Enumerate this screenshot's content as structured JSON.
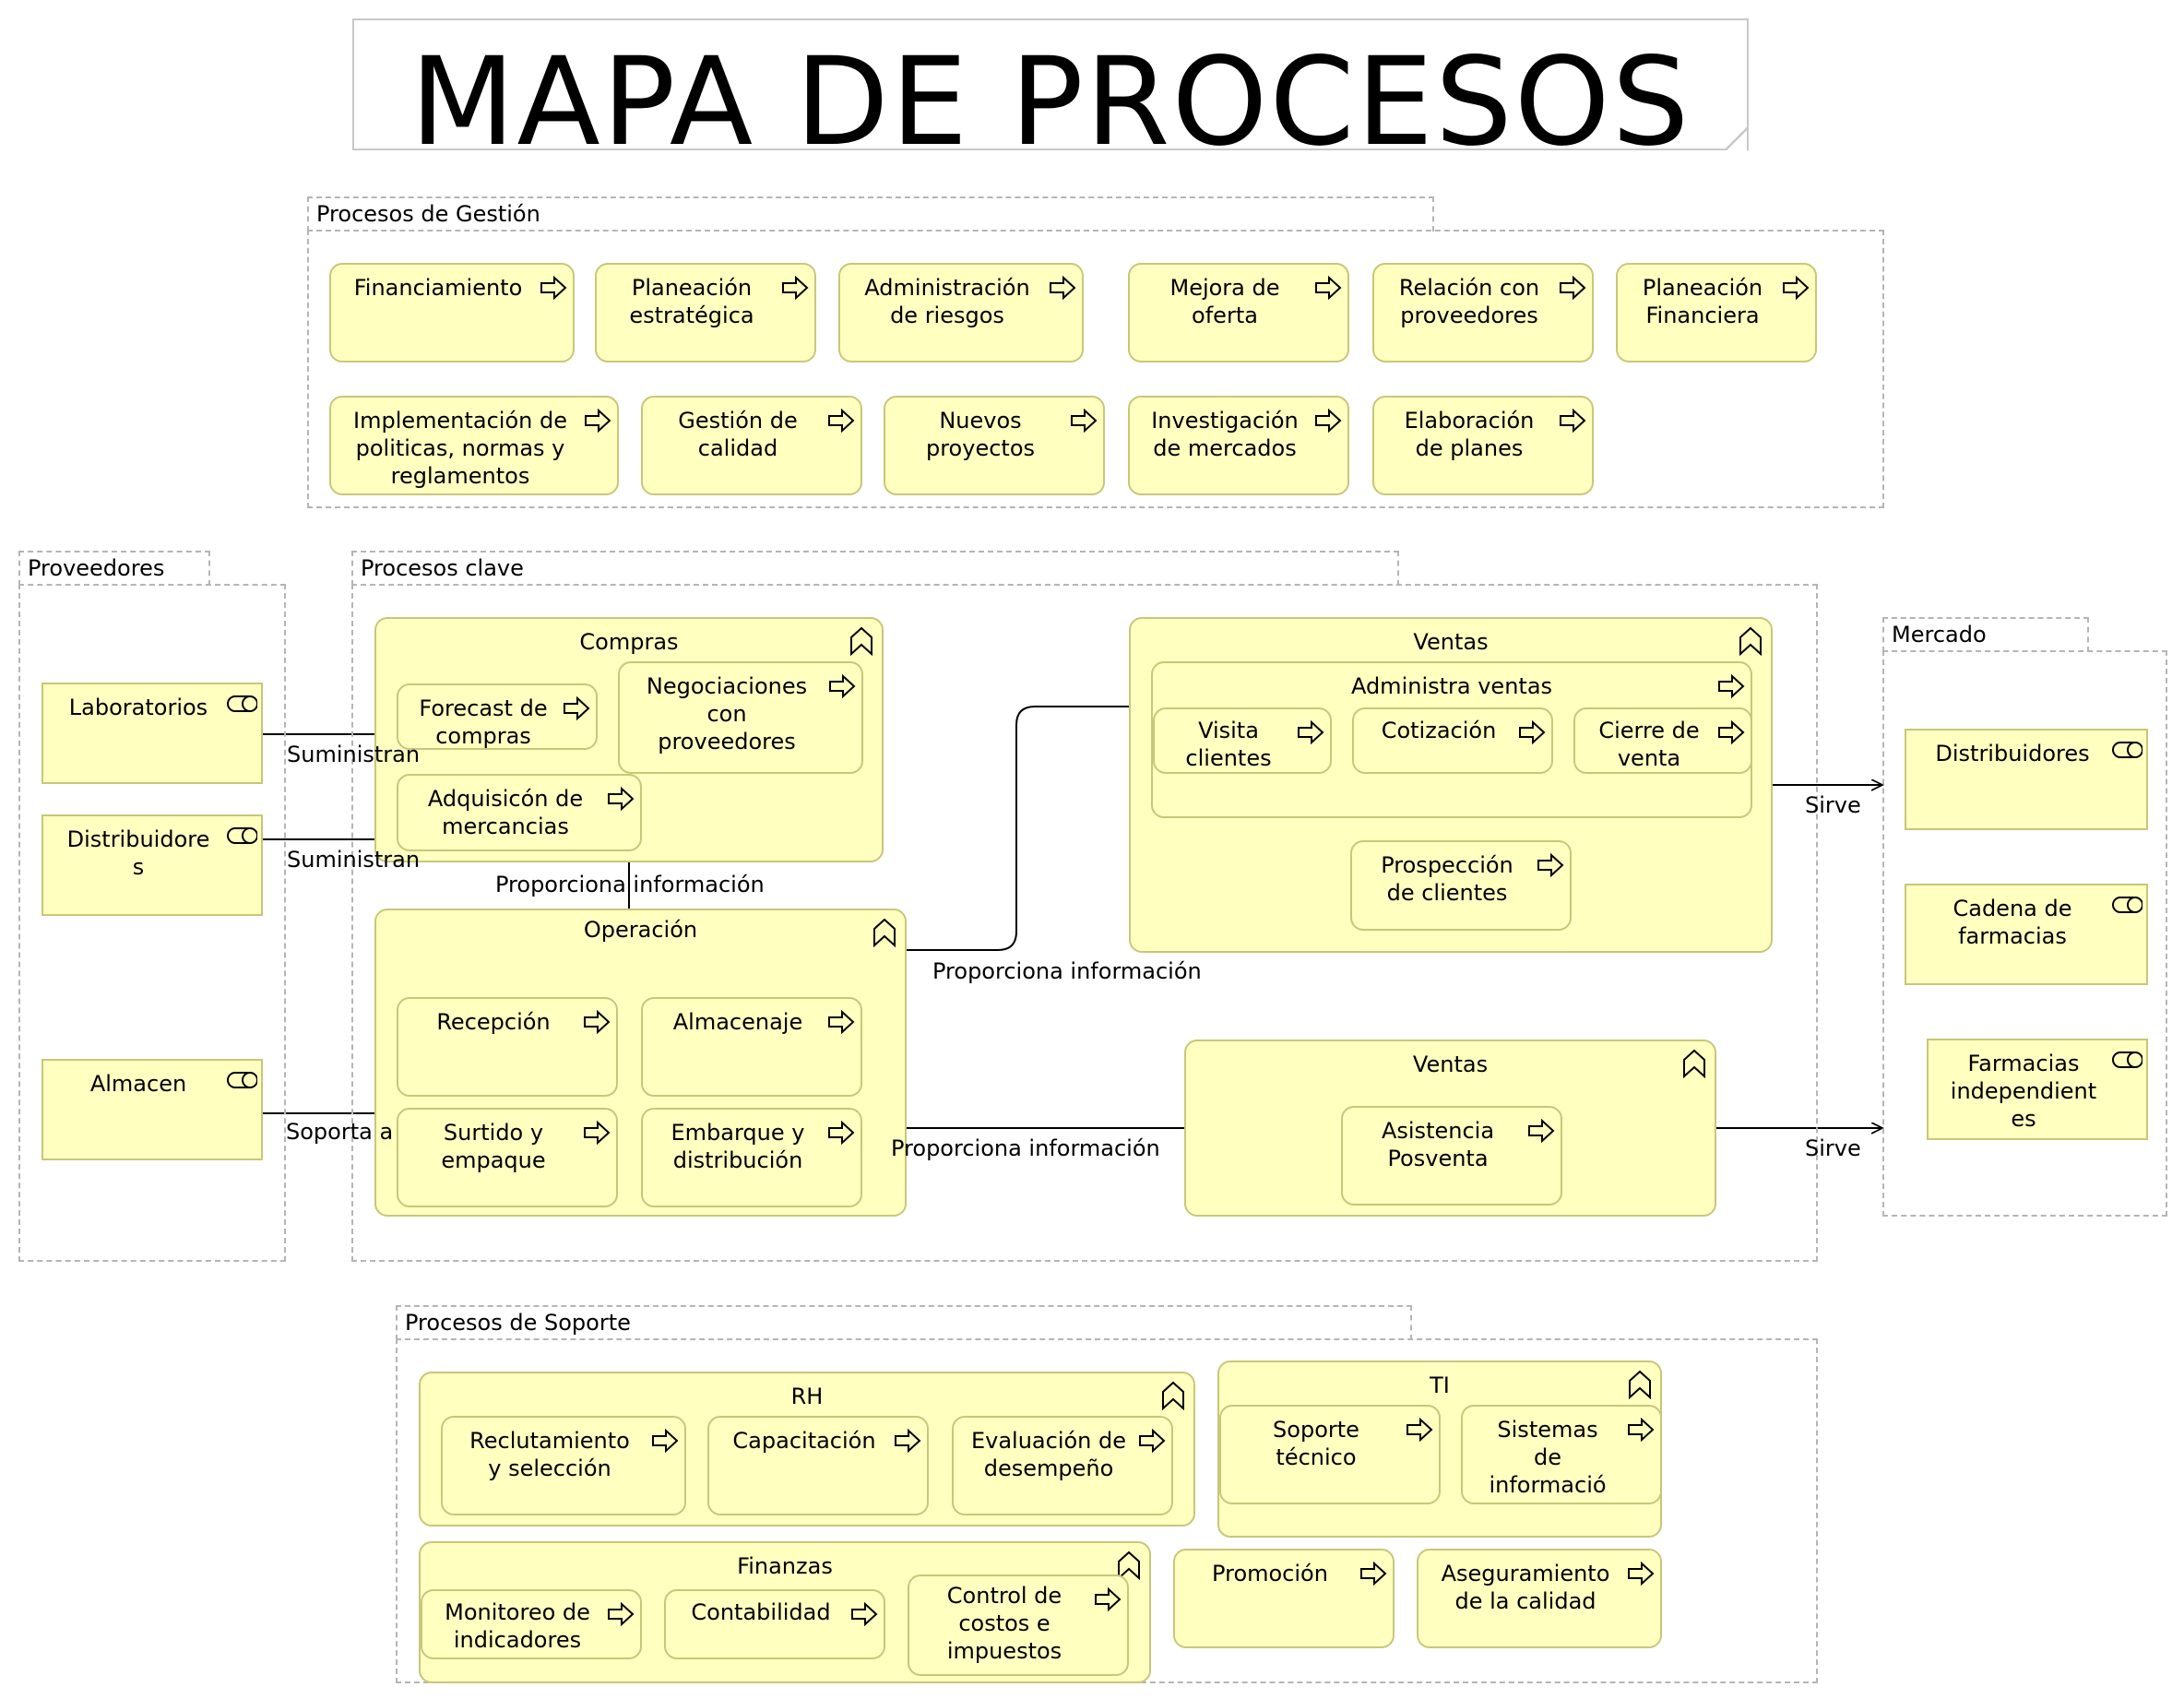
{
  "title": "MAPA DE PROCESOS",
  "gestion": {
    "label": "Procesos de Gestión",
    "items": [
      {
        "label": "Financiamiento"
      },
      {
        "label": "Planeación\nestratégica"
      },
      {
        "label": "Administración\nde riesgos"
      },
      {
        "label": "Mejora de\noferta"
      },
      {
        "label": "Relación con\nproveedores"
      },
      {
        "label": "Planeación\nFinanciera"
      },
      {
        "label": "Implementación de\npoliticas, normas y\nreglamentos"
      },
      {
        "label": "Gestión de\ncalidad"
      },
      {
        "label": "Nuevos\nproyectos"
      },
      {
        "label": "Investigación\nde mercados"
      },
      {
        "label": "Elaboración\nde planes"
      }
    ]
  },
  "proveedores": {
    "label": "Proveedores",
    "items": [
      {
        "label": "Laboratorios"
      },
      {
        "label": "Distribuidore\ns"
      },
      {
        "label": "Almacen"
      }
    ]
  },
  "clave": {
    "label": "Procesos clave",
    "compras": {
      "title": "Compras",
      "items": [
        {
          "label": "Forecast de\ncompras"
        },
        {
          "label": "Negociaciones\ncon\nproveedores"
        },
        {
          "label": "Adquisicón de\nmercancias"
        }
      ]
    },
    "operacion": {
      "title": "Operación",
      "items": [
        {
          "label": "Recepción"
        },
        {
          "label": "Almacenaje"
        },
        {
          "label": "Surtido y\nempaque"
        },
        {
          "label": "Embarque y\ndistribución"
        }
      ]
    },
    "ventas1": {
      "title": "Ventas",
      "administra": {
        "title": "Administra ventas",
        "items": [
          {
            "label": "Visita\nclientes"
          },
          {
            "label": "Cotización"
          },
          {
            "label": "Cierre de\nventa"
          }
        ]
      },
      "prospeccion": {
        "label": "Prospección\nde clientes"
      }
    },
    "ventas2": {
      "title": "Ventas",
      "items": [
        {
          "label": "Asistencia\nPosventa"
        }
      ]
    }
  },
  "mercado": {
    "label": "Mercado",
    "items": [
      {
        "label": "Distribuidores"
      },
      {
        "label": "Cadena de\nfarmacias"
      },
      {
        "label": "Farmacias\nindependient\nes"
      }
    ]
  },
  "soporte": {
    "label": "Procesos de Soporte",
    "rh": {
      "title": "RH",
      "items": [
        {
          "label": "Reclutamiento\ny selección"
        },
        {
          "label": "Capacitación"
        },
        {
          "label": "Evaluación de\ndesempeño"
        }
      ]
    },
    "ti": {
      "title": "TI",
      "items": [
        {
          "label": "Soporte\ntécnico"
        },
        {
          "label": "Sistemas\nde\ninformació"
        }
      ]
    },
    "finanzas": {
      "title": "Finanzas",
      "items": [
        {
          "label": "Monitoreo de\nindicadores"
        },
        {
          "label": "Contabilidad"
        },
        {
          "label": "Control de\ncostos e\nimpuestos"
        }
      ]
    },
    "promocion": {
      "label": "Promoción"
    },
    "aseguramiento": {
      "label": "Aseguramiento\nde la calidad"
    }
  },
  "edges": {
    "suministran1": "Suministran",
    "suministran2": "Suministran",
    "proporciona1": "Proporciona información",
    "proporciona2": "Proporciona información",
    "proporciona3": "Proporciona información",
    "soporta": "Soporta a",
    "sirve1": "Sirve",
    "sirve2": "Sirve"
  },
  "colors": {
    "box_fill": "#ffffc0",
    "box_border": "#c7c77a",
    "group_border": "#b5b5b5"
  },
  "icons": {
    "process": "process-arrow-icon",
    "function": "function-chevron-icon",
    "actor": "actor-role-icon"
  }
}
